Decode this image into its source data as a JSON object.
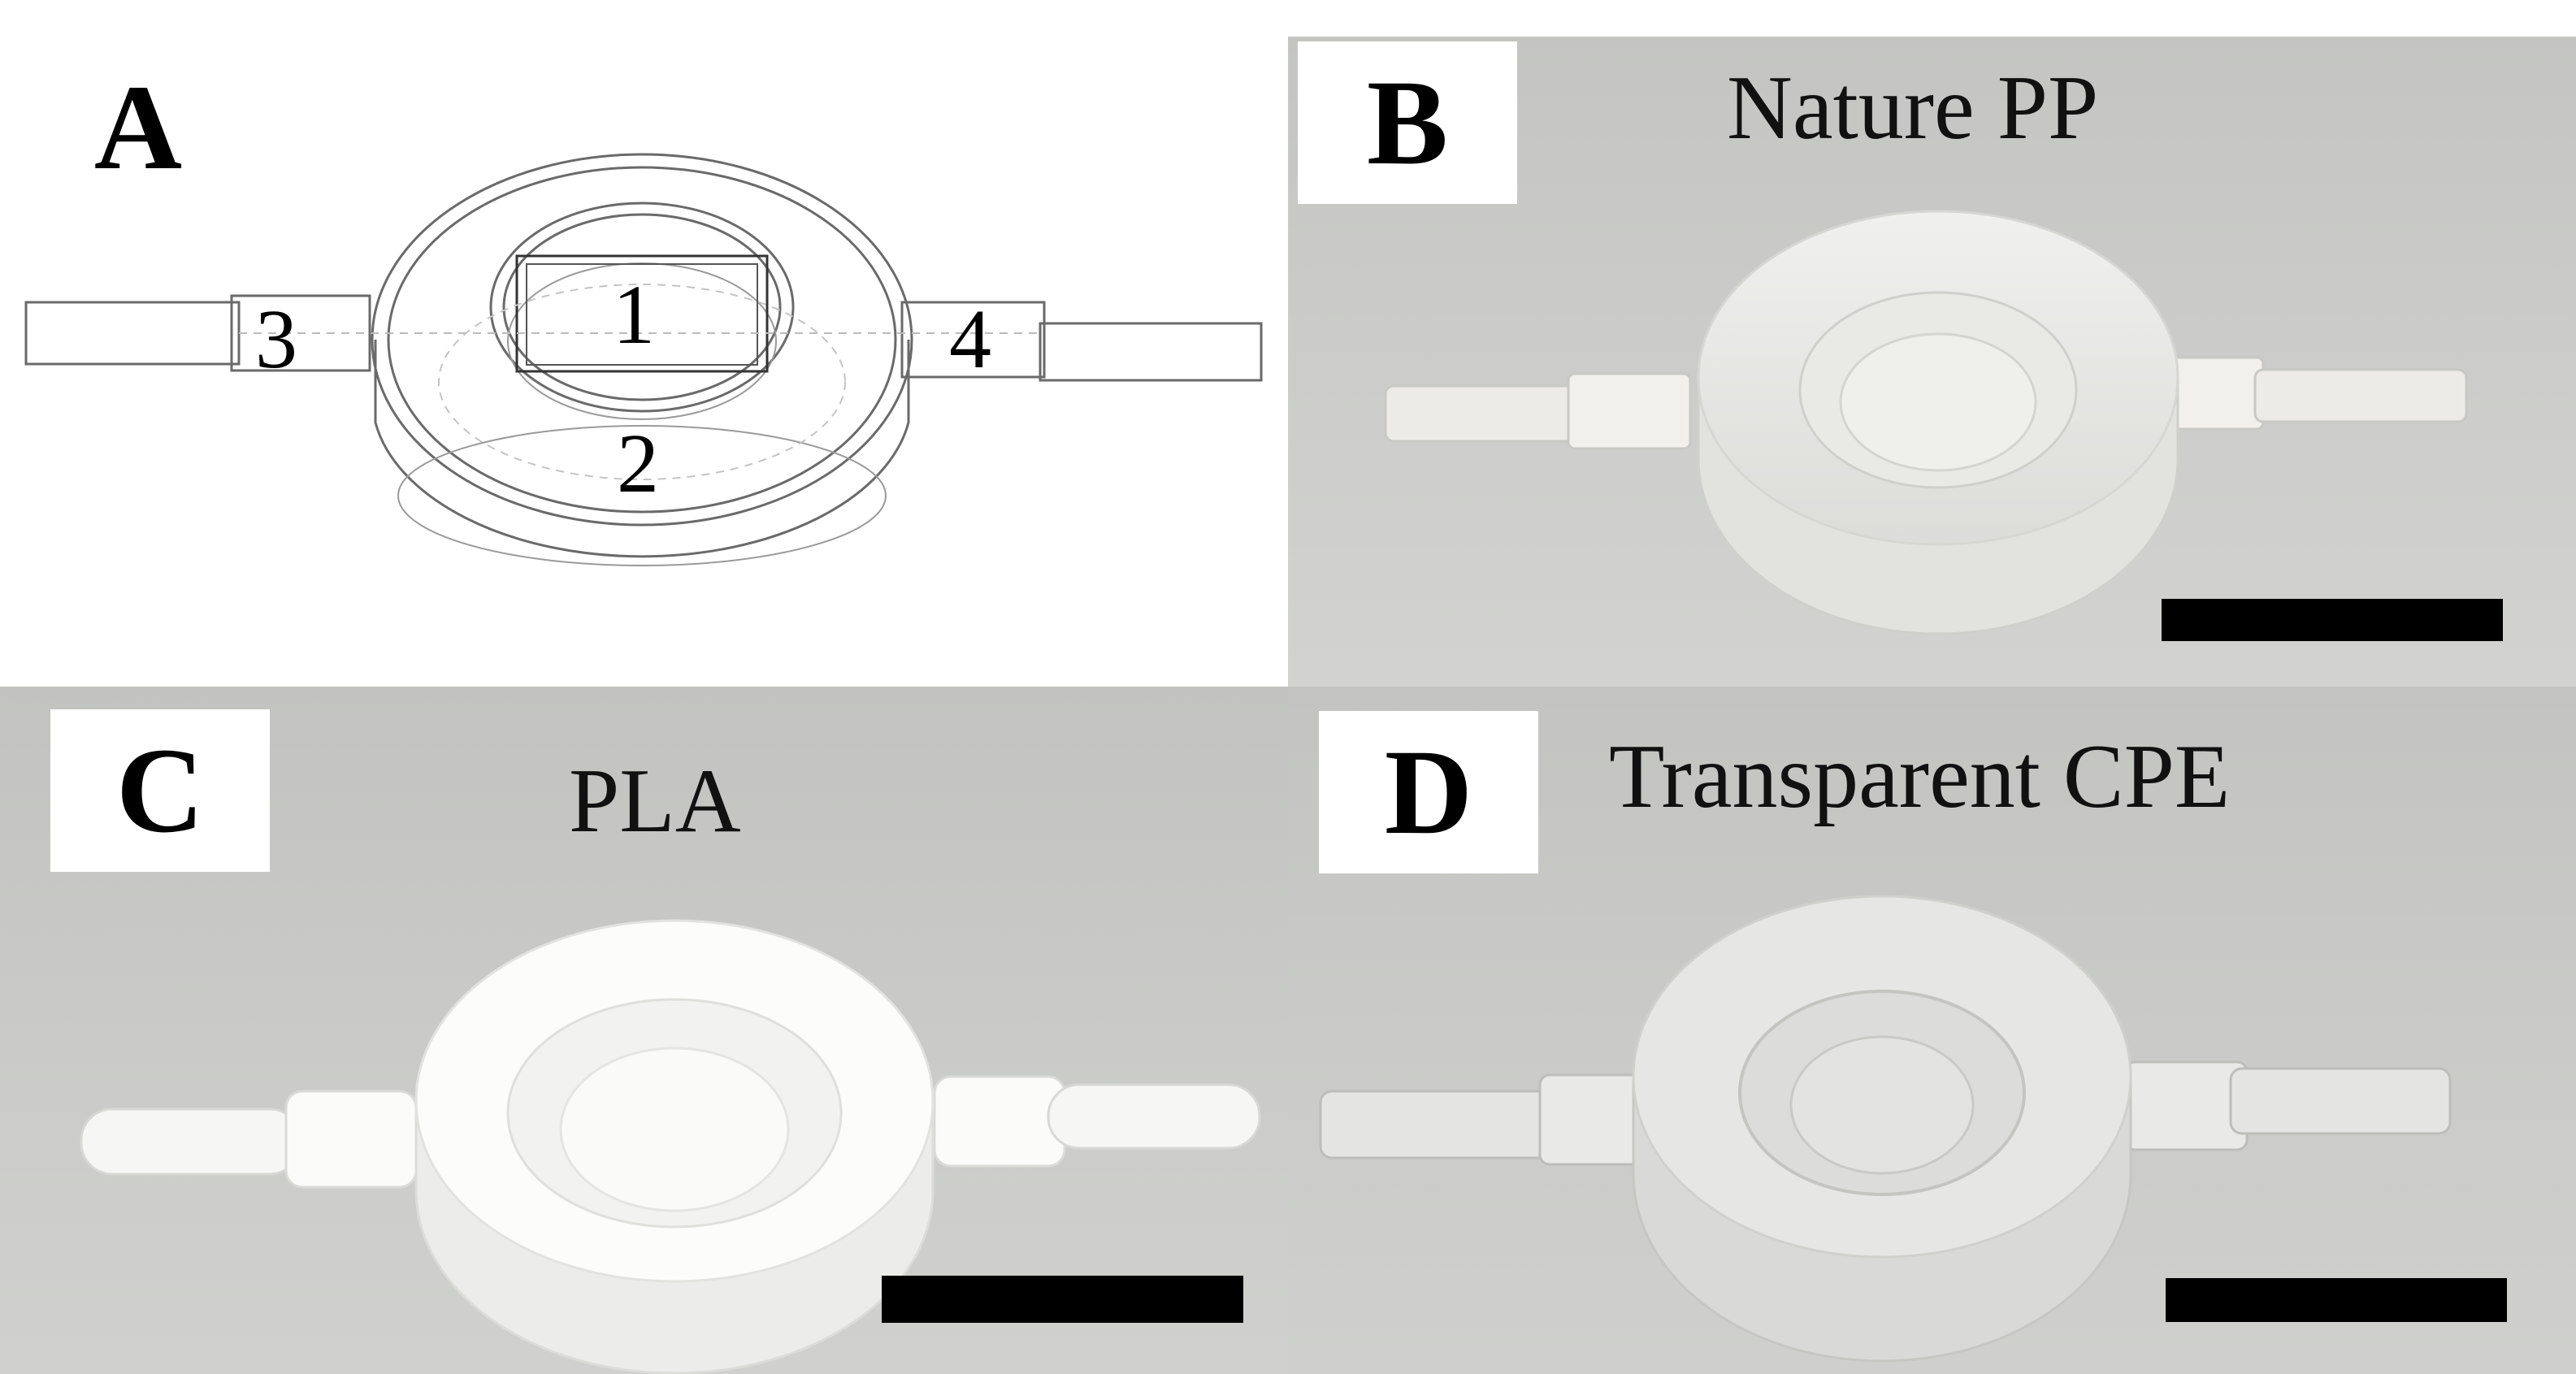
{
  "figure": {
    "panels": [
      {
        "id": "a",
        "label": "A",
        "caption": "",
        "part_numbers": [
          "1",
          "2",
          "3",
          "4"
        ]
      },
      {
        "id": "b",
        "label": "B",
        "caption": "Nature PP"
      },
      {
        "id": "c",
        "label": "C",
        "caption": "PLA"
      },
      {
        "id": "d",
        "label": "D",
        "caption": "Transparent CPE"
      }
    ]
  },
  "colors": {
    "photo_background": "#c9cac7",
    "scale_bar": "#000000",
    "label_box": "#ffffff"
  }
}
